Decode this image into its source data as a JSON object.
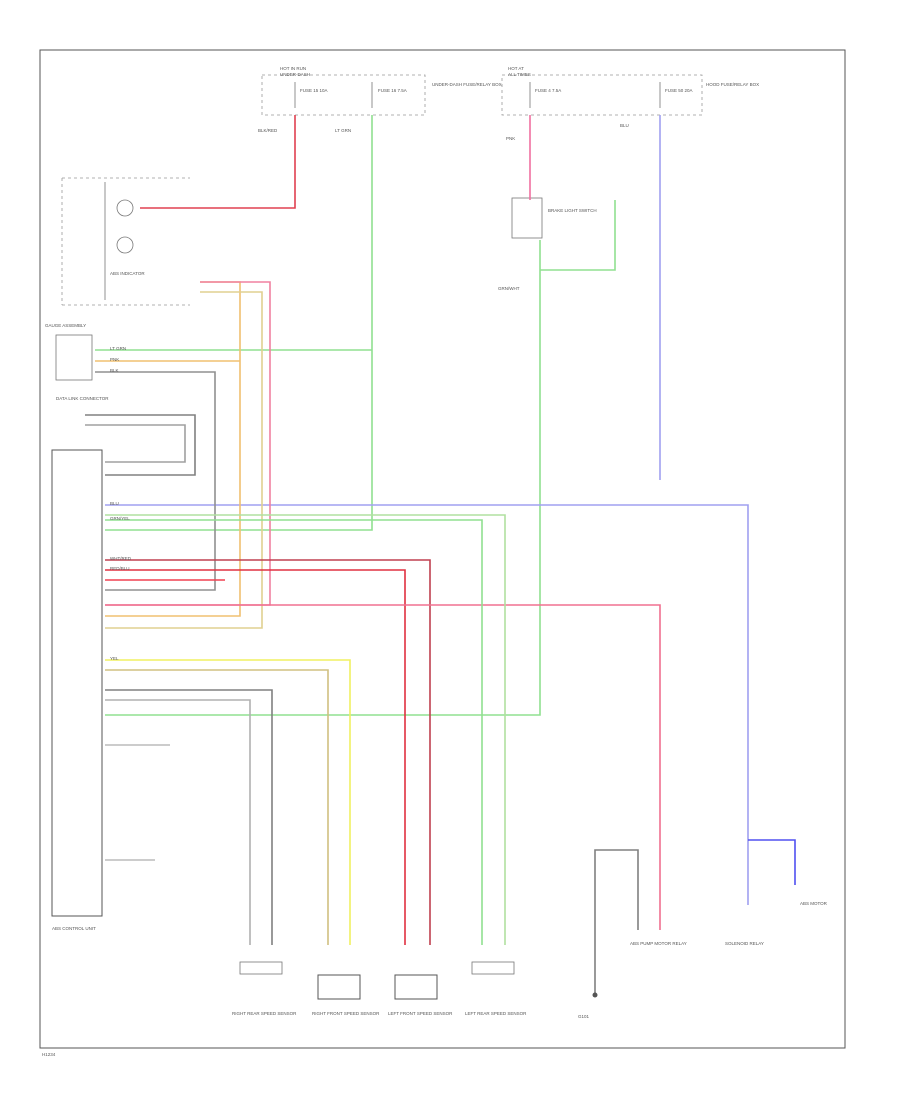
{
  "diagram": {
    "header": {
      "fuse_left_title": "HOT IN RUN",
      "fuse_left_sub": "UNDER-DASH",
      "fuse_right_title": "HOT AT",
      "fuse_right_sub": "ALL TIMES",
      "fuse_boxes_label": "UNDER-DASH FUSE/RELAY BOX",
      "fuse1": "FUSE 15 10A",
      "fuse2": "FUSE 16 7.5A",
      "fuse_right": "FUSE 4 7.5A",
      "fuse_right2": "FUSE 50 20A",
      "fuse_desc_right": "HOOD FUSE/RELAY BOX"
    },
    "wire_labels": {
      "blk_red": "BLK/RED",
      "grn_wht": "GRN/WHT",
      "pnk": "PNK",
      "lt_grn": "LT GRN",
      "blu": "BLU",
      "wht_red": "WHT/RED",
      "grn_yel": "GRN/YEL",
      "red_blu": "RED/BLU",
      "yel": "YEL",
      "blk": "BLK"
    },
    "components": {
      "abs_indicator": "ABS INDICATOR",
      "gauge_assembly": "GAUGE ASSEMBLY",
      "brake_switch": "BRAKE LIGHT SWITCH",
      "data_link": "DATA LINK CONNECTOR",
      "abs_module": "ABS CONTROL UNIT",
      "rr_sensor": "RIGHT REAR SPEED SENSOR",
      "rf_sensor": "RIGHT FRONT SPEED SENSOR",
      "lf_sensor": "LEFT FRONT SPEED SENSOR",
      "lr_sensor": "LEFT REAR SPEED SENSOR",
      "ground": "G101",
      "pump_motor": "ABS PUMP MOTOR RELAY",
      "solenoid": "SOLENOID RELAY",
      "motor": "ABS MOTOR"
    },
    "footer_code": "H1234"
  }
}
